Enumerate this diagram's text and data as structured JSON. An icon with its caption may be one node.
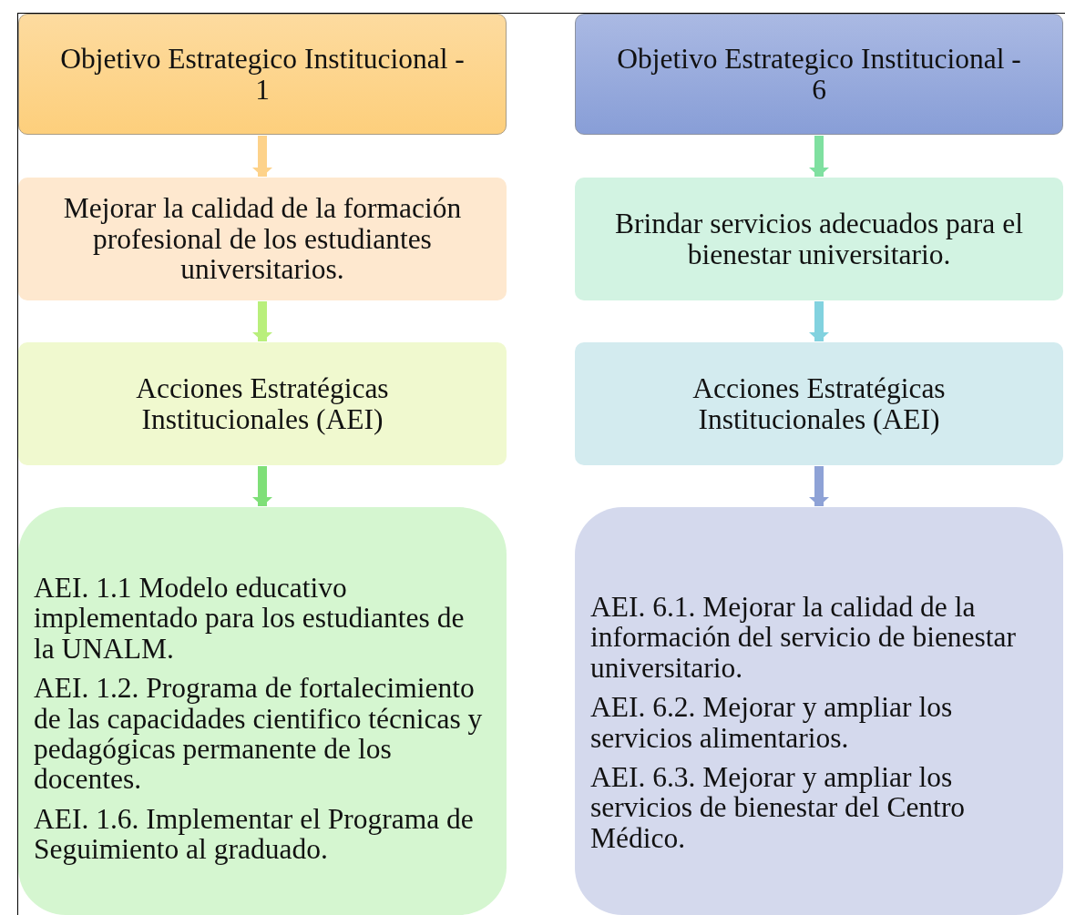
{
  "diagram": {
    "nodes": [
      {
        "text": [
          "Objetivo Estrategico Institucional - 1"
        ]
      },
      {
        "text": [
          "Objetivo Estrategico Institucional - 6"
        ]
      },
      {
        "text": [
          "Mejorar la calidad de la formación profesional de los estudiantes universitarios."
        ]
      },
      {
        "text": [
          "Brindar servicios adecuados para el bienestar universitario."
        ]
      },
      {
        "text": [
          "Acciones Estratégicas Institucionales (AEI)"
        ]
      },
      {
        "text": [
          "Acciones Estratégicas Institucionales (AEI)"
        ]
      },
      {
        "text": [
          "AEI. 1.1 Modelo educativo implementado para los estudiantes de la UNALM.",
          "AEI. 1.2. Programa de fortalecimiento de las capacidades cientifico técnicas y pedagógicas permanente de los docentes.",
          "AEI. 1.6. Implementar el Programa de Seguimiento al graduado."
        ]
      },
      {
        "text": [
          "AEI. 6.1. Mejorar la calidad de la información del servicio de bienestar universitario.",
          "AEI. 6.2. Mejorar y ampliar los servicios alimentarios.",
          "AEI. 6.3. Mejorar y ampliar los servicios de bienestar del Centro Médico."
        ]
      }
    ],
    "edges": [
      {
        "from": 0,
        "to": 2,
        "arrow": "to",
        "color": "#fdd28a"
      },
      {
        "from": 2,
        "to": 4,
        "arrow": "to",
        "color": "#b9ef7c"
      },
      {
        "from": 4,
        "to": 6,
        "arrow": "to",
        "color": "#7fdf78"
      },
      {
        "from": 1,
        "to": 3,
        "arrow": "to",
        "color": "#7fe0a0"
      },
      {
        "from": 3,
        "to": 5,
        "arrow": "to",
        "color": "#82d2df"
      },
      {
        "from": 5,
        "to": 7,
        "arrow": "to",
        "color": "#8ea2d6"
      }
    ]
  }
}
